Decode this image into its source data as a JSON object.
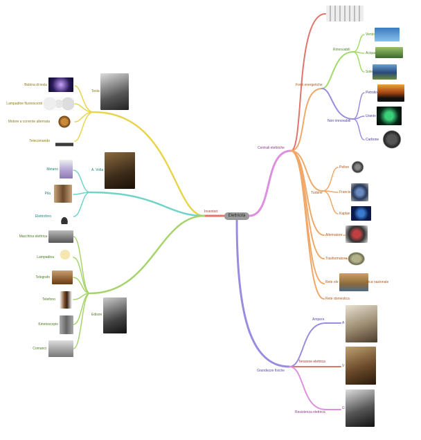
{
  "root": "Elettricità",
  "inventori": {
    "label": "Inventori:",
    "tesla": {
      "name": "Tesla",
      "items": [
        "Bobina di tesla",
        "Lampadine fluorescenti",
        "Motore a corrente alternata",
        "Telecomando"
      ]
    },
    "volta": {
      "name": "A. Volta",
      "items": [
        "Metano",
        "Pila",
        "Elettroforo"
      ]
    },
    "edison": {
      "name": "Edison",
      "items": [
        "Macchina elettrica",
        "Lampadina",
        "Telegrafo",
        "Telefono",
        "Kinetoscopio",
        "Comanci"
      ]
    }
  },
  "centrali": {
    "label": "Centrali elettriche",
    "fonti": {
      "label": "Fonti energetiche",
      "rinnovabili": {
        "label": "Rinnovabili",
        "items": [
          "Vento",
          "Acqua",
          "Sole"
        ]
      },
      "non_rinnovabili": {
        "label": "Non rinnovabili",
        "items": [
          "Petrolio",
          "Uranio",
          "Carbone"
        ]
      }
    },
    "turbine": {
      "label": "Turbine",
      "items": [
        "Pelton",
        "Francis",
        "Kaplan"
      ]
    },
    "alternatore": "Alternatore",
    "trasformatore": "Trasformatore",
    "rete": {
      "left": "Rete ele",
      "right": "trica nazionale"
    },
    "rete_domestica": "Rete domestica"
  },
  "grandezze": {
    "label": "Grandezze fisiche",
    "items": [
      {
        "label": "Ampere",
        "unit": "A"
      },
      {
        "label": "Tensione elettrica",
        "unit": "V"
      },
      {
        "label": "Resistenza elettrica",
        "unit": "Ω"
      }
    ]
  },
  "colors": {
    "yellow": "#e8d44d",
    "teal": "#6fd3c6",
    "green": "#a6d36a",
    "red": "#e0746c",
    "orange": "#f0a868",
    "magenta": "#dd8fe0",
    "purple": "#9b8be0",
    "lime": "#9fdc6a"
  }
}
